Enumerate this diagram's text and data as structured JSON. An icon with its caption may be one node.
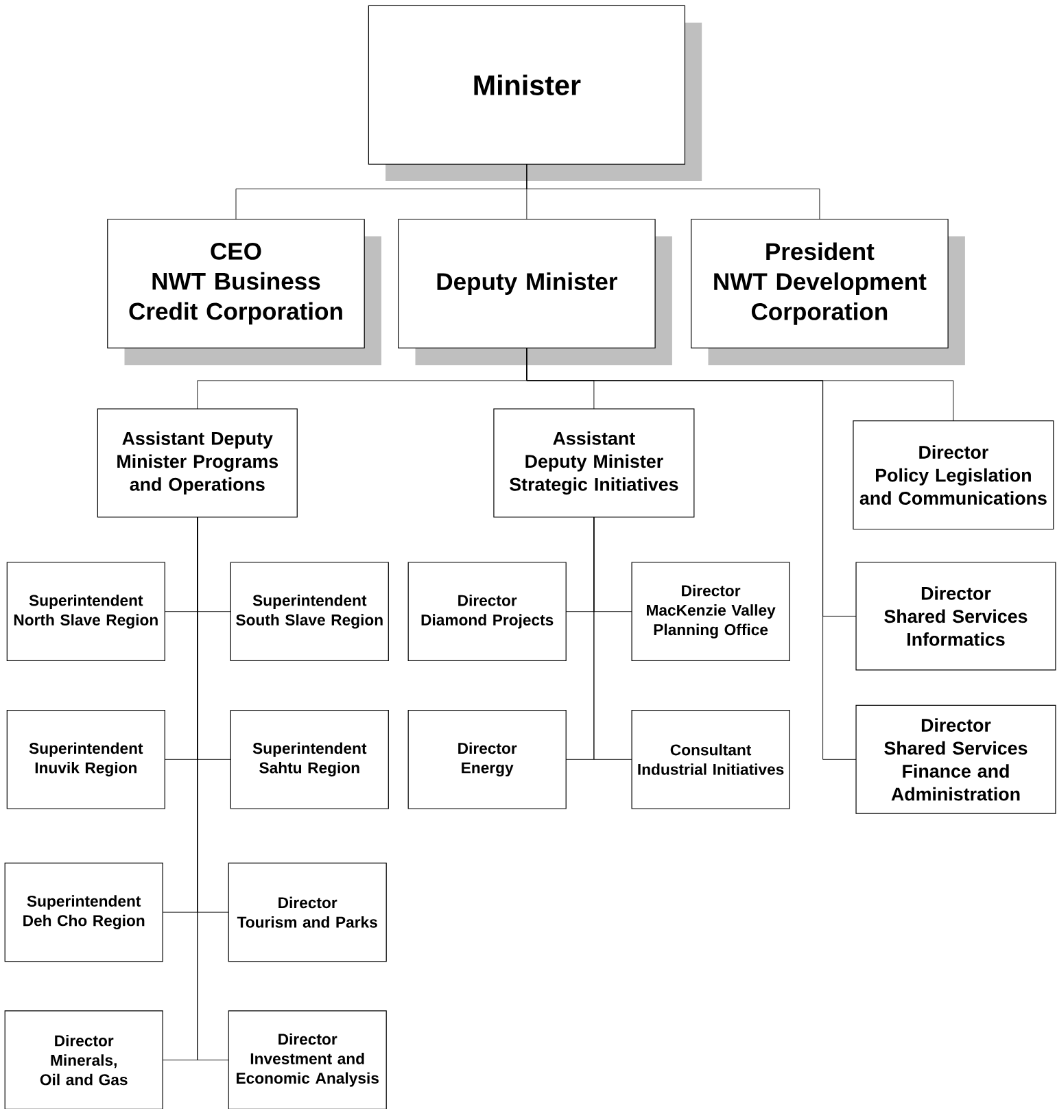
{
  "diagram": {
    "nodes": [
      {
        "text": [
          "Minister"
        ]
      },
      {
        "text": [
          "CEO",
          "NWT Business Credit Corporation"
        ]
      },
      {
        "text": [
          "Deputy Minister"
        ]
      },
      {
        "text": [
          "President",
          "NWT Development Corporation"
        ]
      },
      {
        "text": [
          "Assistant Deputy Minister Programs and Operations"
        ]
      },
      {
        "text": [
          "Assistant Deputy Minister",
          "Strategic Initiatives"
        ]
      },
      {
        "text": [
          "Director",
          "Policy Legislation and Communications"
        ]
      },
      {
        "text": [
          "Superintendent",
          "North Slave Region"
        ]
      },
      {
        "text": [
          "Superintendent",
          "South Slave Region"
        ]
      },
      {
        "text": [
          "Superintendent",
          "Inuvik Region"
        ]
      },
      {
        "text": [
          "Superintendent",
          "Sahtu Region"
        ]
      },
      {
        "text": [
          "Superintendent",
          "Deh Cho Region"
        ]
      },
      {
        "text": [
          "Director",
          "Tourism and Parks"
        ]
      },
      {
        "text": [
          "Director",
          "Minerals, Oil and Gas"
        ]
      },
      {
        "text": [
          "Director",
          "Investment and Economic Analysis"
        ]
      },
      {
        "text": [
          "Director",
          "Diamond Projects"
        ]
      },
      {
        "text": [
          "Director",
          "MacKenzie Valley Planning Office"
        ]
      },
      {
        "text": [
          "Director",
          "Energy"
        ]
      },
      {
        "text": [
          "Consultant",
          "Industrial Initiatives"
        ]
      },
      {
        "text": [
          "Director",
          "Shared Services Informatics"
        ]
      },
      {
        "text": [
          "Director",
          "Shared Services Finance and Administration"
        ]
      }
    ],
    "edges": [
      {
        "from": 0,
        "to": 1,
        "arrow": "none"
      },
      {
        "from": 0,
        "to": 2,
        "arrow": "none"
      },
      {
        "from": 0,
        "to": 3,
        "arrow": "none"
      },
      {
        "from": 2,
        "to": 4,
        "arrow": "none"
      },
      {
        "from": 2,
        "to": 5,
        "arrow": "none"
      },
      {
        "from": 2,
        "to": 6,
        "arrow": "none"
      },
      {
        "from": 2,
        "to": 19,
        "arrow": "none"
      },
      {
        "from": 2,
        "to": 20,
        "arrow": "none"
      },
      {
        "from": 4,
        "to": 7,
        "arrow": "none"
      },
      {
        "from": 4,
        "to": 8,
        "arrow": "none"
      },
      {
        "from": 4,
        "to": 9,
        "arrow": "none"
      },
      {
        "from": 4,
        "to": 10,
        "arrow": "none"
      },
      {
        "from": 4,
        "to": 11,
        "arrow": "none"
      },
      {
        "from": 4,
        "to": 12,
        "arrow": "none"
      },
      {
        "from": 4,
        "to": 13,
        "arrow": "none"
      },
      {
        "from": 4,
        "to": 14,
        "arrow": "none"
      },
      {
        "from": 5,
        "to": 15,
        "arrow": "none"
      },
      {
        "from": 5,
        "to": 16,
        "arrow": "none"
      },
      {
        "from": 5,
        "to": 17,
        "arrow": "none"
      },
      {
        "from": 5,
        "to": 18,
        "arrow": "none"
      }
    ]
  }
}
